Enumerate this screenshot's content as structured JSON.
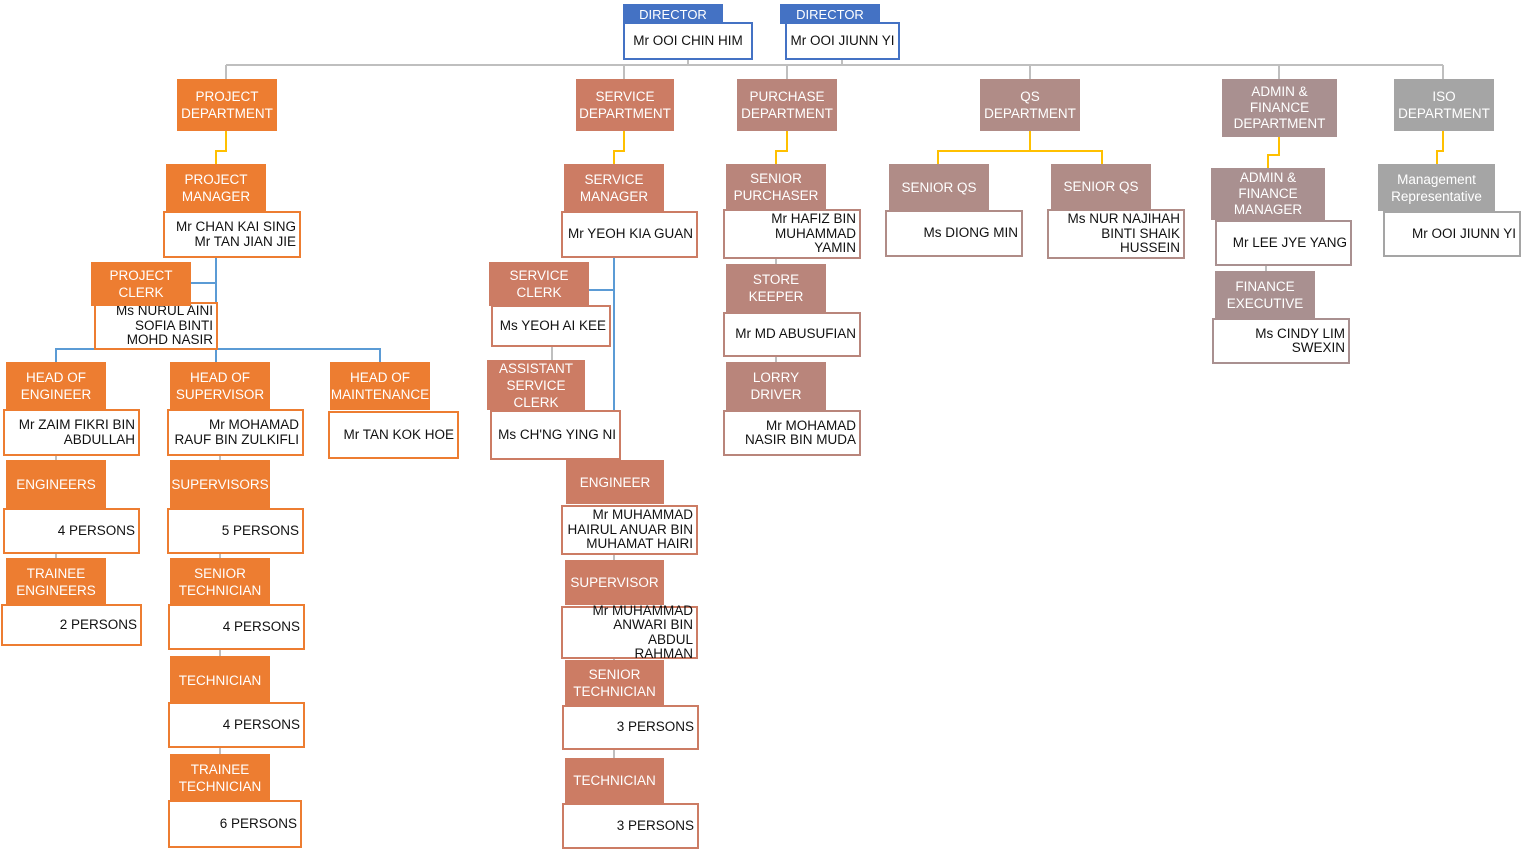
{
  "colors": {
    "director": "#4472C4",
    "project": "#ED7D31",
    "service": "#CC7C64",
    "purchase": "#B9857B",
    "qs": "#B08C87",
    "admin": "#A99090",
    "iso": "#A5A5A5",
    "connector_gray": "#BFBFBF",
    "connector_yellow": "#FFC000",
    "connector_blue": "#5B9BD5"
  },
  "nodes": [
    {
      "label": "DIRECTOR",
      "name": "Mr OOI CHIN HIM",
      "group": "director"
    },
    {
      "label": "DIRECTOR",
      "name": "Mr OOI JIUNN YI",
      "group": "director"
    },
    {
      "label": "PROJECT\nDEPARTMENT",
      "group": "project"
    },
    {
      "label": "SERVICE\nDEPARTMENT",
      "group": "service"
    },
    {
      "label": "PURCHASE\nDEPARTMENT",
      "group": "purchase"
    },
    {
      "label": "QS\nDEPARTMENT",
      "group": "qs"
    },
    {
      "label": "ADMIN &\nFINANCE\nDEPARTMENT",
      "group": "admin"
    },
    {
      "label": "ISO\nDEPARTMENT",
      "group": "iso"
    },
    {
      "label": "PROJECT\nMANAGER",
      "name": "Mr CHAN KAI SING\nMr TAN JIAN JIE",
      "group": "project"
    },
    {
      "label": "PROJECT CLERK",
      "name": "Ms NURUL AINI\nSOFIA BINTI\nMOHD NASIR",
      "group": "project"
    },
    {
      "label": "HEAD OF\nENGINEER",
      "name": "Mr ZAIM FIKRI BIN\nABDULLAH",
      "group": "project"
    },
    {
      "label": "ENGINEERS",
      "name": "4 PERSONS",
      "group": "project"
    },
    {
      "label": "TRAINEE\nENGINEERS",
      "name": "2 PERSONS",
      "group": "project"
    },
    {
      "label": "HEAD OF\nSUPERVISOR",
      "name": "Mr MOHAMAD\nRAUF BIN ZULKIFLI",
      "group": "project"
    },
    {
      "label": "SUPERVISORS",
      "name": "5 PERSONS",
      "group": "project"
    },
    {
      "label": "SENIOR\nTECHNICIAN",
      "name": "4 PERSONS",
      "group": "project"
    },
    {
      "label": "TECHNICIAN",
      "name": "4 PERSONS",
      "group": "project"
    },
    {
      "label": "TRAINEE\nTECHNICIAN",
      "name": "6 PERSONS",
      "group": "project"
    },
    {
      "label": "HEAD OF\nMAINTENANCE",
      "name": "Mr TAN KOK HOE",
      "group": "project"
    },
    {
      "label": "SERVICE\nMANAGER",
      "name": "Mr YEOH KIA GUAN",
      "group": "service"
    },
    {
      "label": "SERVICE CLERK",
      "name": "Ms YEOH AI KEE",
      "group": "service"
    },
    {
      "label": "ASSISTANT\nSERVICE CLERK",
      "name": "Ms CH'NG YING NI",
      "group": "service"
    },
    {
      "label": "ENGINEER",
      "name": "Mr MUHAMMAD\nHAIRUL ANUAR BIN\nMUHAMAT HAIRI",
      "group": "service"
    },
    {
      "label": "SUPERVISOR",
      "name": "Mr MUHAMMAD\nANWARI BIN ABDUL\nRAHMAN",
      "group": "service"
    },
    {
      "label": "SENIOR\nTECHNICIAN",
      "name": "3 PERSONS",
      "group": "service"
    },
    {
      "label": "TECHNICIAN",
      "name": "3 PERSONS",
      "group": "service"
    },
    {
      "label": "SENIOR\nPURCHASER",
      "name": "Mr HAFIZ BIN\nMUHAMMAD\nYAMIN",
      "group": "purchase"
    },
    {
      "label": "STORE KEEPER",
      "name": "Mr MD ABUSUFIAN",
      "group": "purchase"
    },
    {
      "label": "LORRY DRIVER",
      "name": "Mr MOHAMAD\nNASIR BIN MUDA",
      "group": "purchase"
    },
    {
      "label": "SENIOR QS",
      "name": "Ms DIONG MIN",
      "group": "qs"
    },
    {
      "label": "SENIOR QS",
      "name": "Ms NUR NAJIHAH\nBINTI SHAIK\nHUSSEIN",
      "group": "qs"
    },
    {
      "label": "ADMIN &\nFINANCE\nMANAGER",
      "name": "Mr LEE JYE YANG",
      "group": "admin"
    },
    {
      "label": "FINANCE\nEXECUTIVE",
      "name": "Ms CINDY LIM\nSWEXIN",
      "group": "admin"
    },
    {
      "label": "Management\nRepresentative",
      "name": "Mr OOI JIUNN YI",
      "group": "iso"
    }
  ]
}
